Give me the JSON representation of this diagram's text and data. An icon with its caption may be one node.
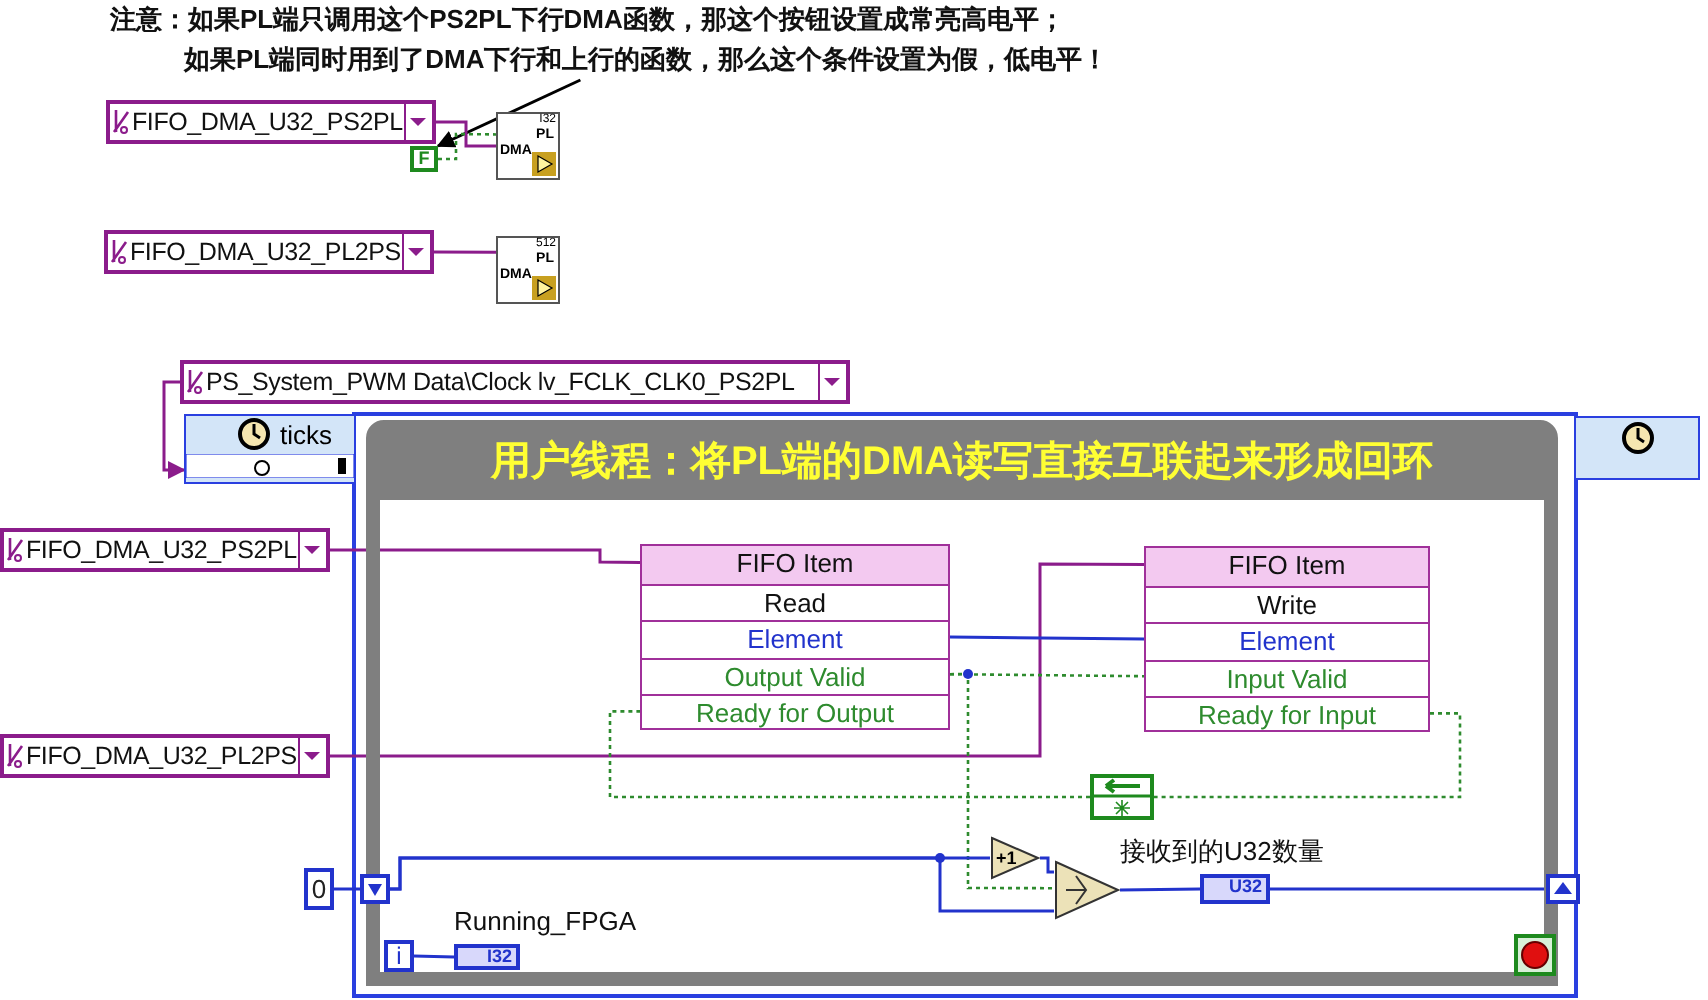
{
  "diagram": {
    "nodes": [
      {
        "text": [
          "注意：如果PL端只调用这个PS2PL下行DMA函数，那这个按钮设置成常亮高电平；",
          "如果PL端同时用到了DMA下行和上行的函数，那么这个条件设置为假，低电平！"
        ]
      },
      {
        "text": [
          "FIFO_DMA_U32_PS2PL"
        ]
      },
      {
        "text": [
          "F"
        ]
      },
      {
        "text": [
          "I32",
          "PL",
          "DMA"
        ]
      },
      {
        "text": [
          "FIFO_DMA_U32_PL2PS"
        ]
      },
      {
        "text": [
          "512",
          "PL",
          "DMA"
        ]
      },
      {
        "text": [
          "PS_System_PWM Data\\Clock lv_FCLK_CLK0_PS2PL"
        ]
      },
      {
        "text": [
          "ticks"
        ]
      },
      {
        "text": [
          "用户线程：将PL端的DMA读写直接互联起来形成回环"
        ]
      },
      {
        "text": [
          "FIFO_DMA_U32_PS2PL"
        ]
      },
      {
        "text": [
          "FIFO_DMA_U32_PL2PS"
        ]
      },
      {
        "text": [
          "FIFO Item",
          "Read",
          "Element",
          "Output Valid",
          "Ready for Output"
        ],
        "in": 8
      },
      {
        "text": [
          "FIFO Item",
          "Write",
          "Element",
          "Input Valid",
          "Ready for Input"
        ],
        "in": 8
      },
      {
        "text": [],
        "shape": "box",
        "in": 8
      },
      {
        "text": [
          "0"
        ]
      },
      {
        "text": [],
        "shape": "box"
      },
      {
        "text": [
          "+1"
        ],
        "in": 8
      },
      {
        "text": [],
        "shape": "triangle",
        "in": 8
      },
      {
        "text": [
          "U32"
        ],
        "beside": [
          "接收到的U32数量"
        ],
        "in": 8
      },
      {
        "text": [],
        "shape": "box"
      },
      {
        "text": [
          "i"
        ],
        "in": 8
      },
      {
        "text": [
          "I32"
        ],
        "beside": [
          "Running_FPGA"
        ],
        "in": 8
      },
      {
        "text": [],
        "shape": "box",
        "in": 8
      },
      {
        "text": [],
        "shape": "box"
      }
    ],
    "edges": [
      {
        "from": 0,
        "to": 2,
        "arrow": "to",
        "color": "#000000"
      },
      {
        "from": 1,
        "to": 3,
        "arrow": "none",
        "color": "#8b1c8b"
      },
      {
        "from": 2,
        "to": 3,
        "arrow": "none",
        "style": "dashed",
        "color": "#2e8b2e"
      },
      {
        "from": 4,
        "to": 5,
        "arrow": "none",
        "color": "#8b1c8b"
      },
      {
        "from": 6,
        "to": 7,
        "arrow": "to",
        "color": "#8b1c8b"
      },
      {
        "from": 9,
        "to": 11,
        "arrow": "none",
        "color": "#8b1c8b"
      },
      {
        "from": 10,
        "to": 12,
        "arrow": "none",
        "color": "#8b1c8b"
      },
      {
        "from": 11,
        "to": 12,
        "arrow": "none"
      },
      {
        "from": 11,
        "to": 12,
        "arrow": "none",
        "style": "dashed",
        "color": "#2e8b2e"
      },
      {
        "from": 12,
        "to": 13,
        "arrow": "none",
        "style": "dashed",
        "color": "#2e8b2e"
      },
      {
        "from": 13,
        "to": 11,
        "arrow": "none",
        "style": "dashed",
        "color": "#2e8b2e"
      },
      {
        "from": 11,
        "to": 17,
        "arrow": "none",
        "style": "dashed",
        "color": "#2e8b2e"
      },
      {
        "from": 14,
        "to": 15,
        "arrow": "none"
      },
      {
        "from": 15,
        "to": 16,
        "arrow": "none"
      },
      {
        "from": 15,
        "to": 17,
        "arrow": "none"
      },
      {
        "from": 16,
        "to": 17,
        "arrow": "none"
      },
      {
        "from": 17,
        "to": 18,
        "arrow": "none"
      },
      {
        "from": 18,
        "to": 19,
        "arrow": "none"
      },
      {
        "from": 20,
        "to": 21,
        "arrow": "none"
      }
    ]
  }
}
